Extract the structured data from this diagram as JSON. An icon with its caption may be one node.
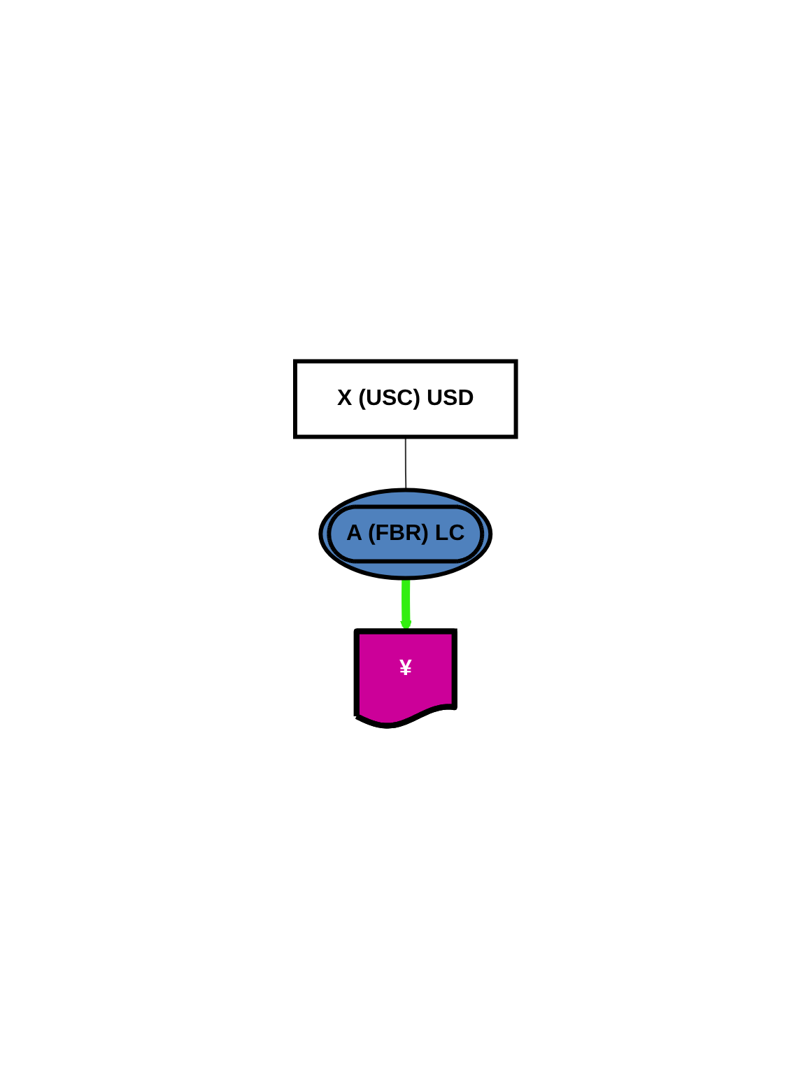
{
  "diagram": {
    "nodes": [
      {
        "text": [
          "X (USC) USD"
        ]
      },
      {
        "text": [
          "A (FBR) LC"
        ]
      },
      {
        "text": [
          "¥"
        ]
      }
    ],
    "edges": [
      {
        "from": 0,
        "to": 1,
        "arrow": "none"
      },
      {
        "from": 1,
        "to": 2,
        "arrow": "to",
        "style": "thick",
        "color": "#33ee11"
      }
    ]
  }
}
